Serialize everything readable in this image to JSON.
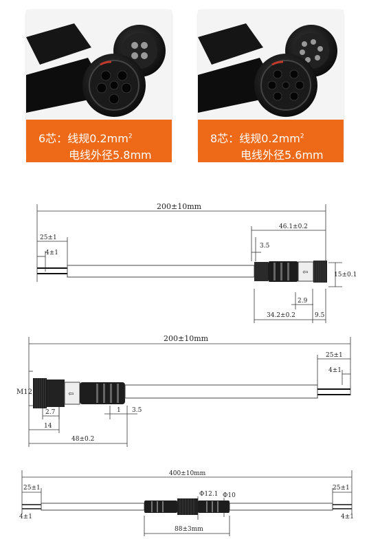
{
  "cards": [
    {
      "cores": "6芯：",
      "spec": "线规0.2mm",
      "sup": "2",
      "od": "电线外径5.8mm"
    },
    {
      "cores": "8芯：",
      "spec": "线规0.2mm",
      "sup": "2",
      "od": "电线外径5.6mm"
    }
  ],
  "drawing1": {
    "total": "200±10mm",
    "strip": "25±1",
    "bare": "4±1",
    "head": "46.1±0.2",
    "d35": "3.5",
    "d15": "15±0.1",
    "d29": "2.9",
    "d342": "34.2±0.2",
    "d95": "9.5"
  },
  "drawing2": {
    "total": "200±10mm",
    "strip": "25±1",
    "bare": "4±1",
    "thread": "M12",
    "d27": "2.7",
    "d14": "14",
    "d48": "48±0.2",
    "d1": "1",
    "d35": "3.5"
  },
  "drawing3": {
    "total": "400±10mm",
    "strip_l": "25±1",
    "strip_r": "25±1",
    "bare_l": "4±1",
    "bare_r": "4±1",
    "phi121": "Φ12.1",
    "phi10": "Φ10",
    "d88": "88±3mm"
  }
}
